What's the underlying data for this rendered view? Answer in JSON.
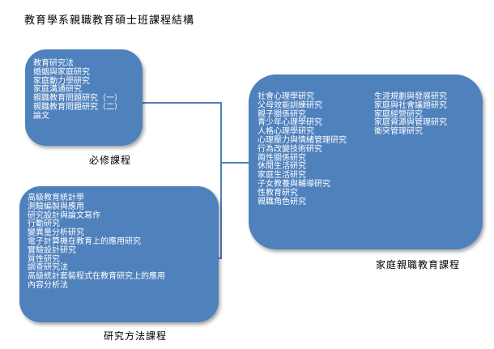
{
  "title": "教育學系親職教育碩士班課程結構",
  "required": {
    "caption": "必修課程",
    "items": [
      "教育研究法",
      "婚姻與家庭研究",
      "家庭動力學研究",
      "家庭溝通研究",
      "親職教育問題研究（一）",
      "親職教育問題研究（二）",
      "論文"
    ]
  },
  "methods": {
    "caption": "研究方法課程",
    "items": [
      "高級教育統計學",
      "測驗編製與應用",
      "研究設計與論文寫作",
      "行動研究",
      "變異量分析研究",
      "電子計算機在教育上的應用研究",
      "實驗設計研究",
      "質性研究",
      "調查研究法",
      "高級統計套裝程式在教育研究上的應用",
      "內容分析法"
    ]
  },
  "family": {
    "caption": "家庭親職教育課程",
    "col1": [
      "社會心理學研究",
      "父母效能訓練研究",
      "親子關係研究",
      "青少年心理學研究",
      "人格心理學研究",
      "心理壓力與情緒管理研究",
      "行為改變技術研究",
      "兩性關係研究",
      "休閒生活研究",
      "家庭生活研究",
      "子女教養與輔導研究",
      "性教育研究",
      "親職角色研究"
    ],
    "col2": [
      "生涯規劃與發展研究",
      "家庭與社會議題研究",
      "家庭經營研究",
      "家庭資源與管理研究",
      "衝突管理研究"
    ]
  },
  "colors": {
    "box": "#4f81bd",
    "text_on_box": "#ffffff"
  }
}
